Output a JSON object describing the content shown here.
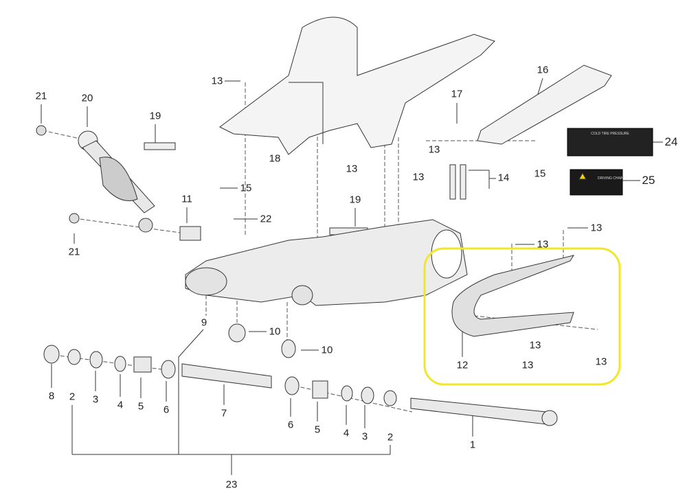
{
  "diagram": {
    "title": "Swingarm / rear fender exploded parts diagram",
    "highlight_color": "#f2e629",
    "label_24_text": "COLD TIRE PRESSURE",
    "label_25_text": "DRIVING CHAIN"
  },
  "callouts": [
    "21",
    "20",
    "19",
    "13",
    "18",
    "15",
    "22",
    "11",
    "21",
    "19",
    "16",
    "17",
    "13",
    "13",
    "13",
    "14",
    "24",
    "15",
    "25",
    "13",
    "13",
    "12",
    "13",
    "13",
    "13",
    "9",
    "10",
    "10",
    "8",
    "2",
    "3",
    "4",
    "5",
    "6",
    "7",
    "6",
    "5",
    "4",
    "3",
    "2",
    "1",
    "23"
  ]
}
